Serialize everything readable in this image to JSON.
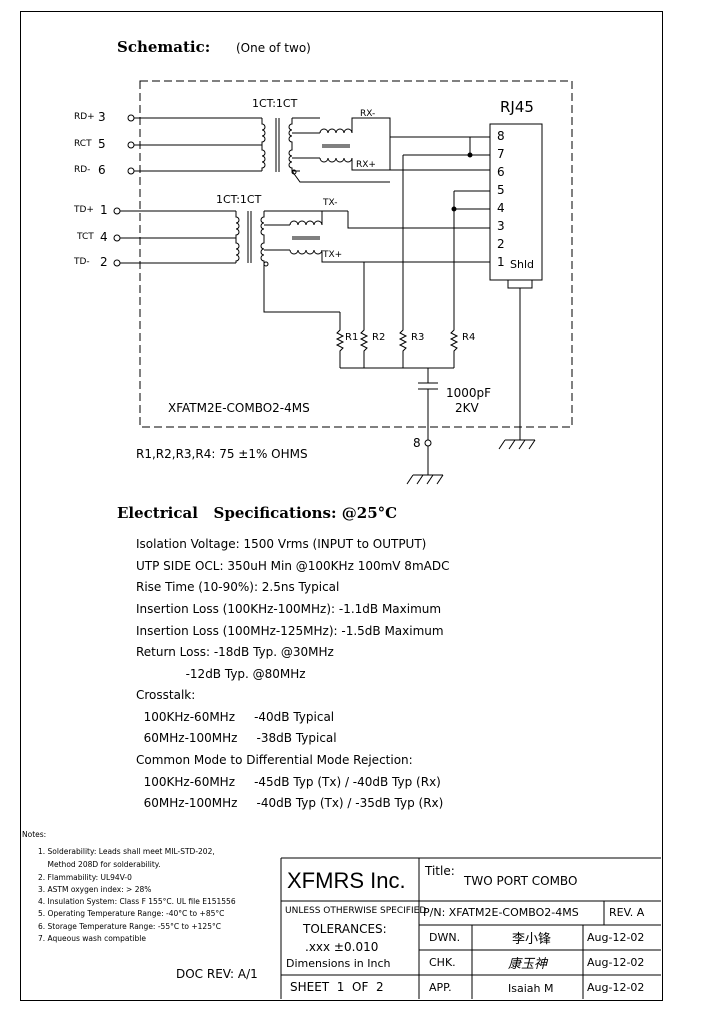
{
  "header": {
    "title": "Schematic:",
    "subtitle": "(One of two)"
  },
  "schematic": {
    "left_pins": [
      {
        "label": "RD+",
        "num": "3"
      },
      {
        "label": "RCT",
        "num": "5"
      },
      {
        "label": "RD-",
        "num": "6"
      },
      {
        "label": "TD+",
        "num": "1"
      },
      {
        "label": "TCT",
        "num": "4"
      },
      {
        "label": "TD-",
        "num": "2"
      }
    ],
    "transformer_top": "1CT:1CT",
    "transformer_bottom": "1CT:1CT",
    "net_labels": [
      "RX-",
      "RX+",
      "TX-",
      "TX+"
    ],
    "connector": {
      "name": "RJ45",
      "pins": [
        "8",
        "7",
        "6",
        "5",
        "4",
        "3",
        "2",
        "1"
      ],
      "shield": "Shld"
    },
    "resistors": [
      "R1",
      "R2",
      "R3",
      "R4"
    ],
    "capacitor": {
      "value": "1000pF",
      "rating": "2KV"
    },
    "ground_pin": "8",
    "part_label": "XFATM2E-COMBO2-4MS"
  },
  "resistor_note": "R1,R2,R3,R4: 75 ±1% OHMS",
  "electrical": {
    "heading": "Electrical   Specifications: @25°C",
    "lines": [
      "Isolation Voltage:   1500 Vrms (INPUT to OUTPUT)",
      "UTP SIDE OCL: 350uH Min @100KHz 100mV 8mADC",
      "Rise Time (10-90%): 2.5ns Typical",
      "Insertion Loss (100KHz-100MHz): -1.1dB Maximum",
      "Insertion Loss (100MHz-125MHz): -1.5dB Maximum",
      "Return Loss: -18dB Typ. @30MHz",
      "             -12dB Typ. @80MHz",
      "Crosstalk:",
      "  100KHz-60MHz     -40dB Typical",
      "  60MHz-100MHz     -38dB Typical",
      "Common Mode to Differential Mode Rejection:",
      "  100KHz-60MHz     -45dB Typ (Tx) / -40dB Typ (Rx)",
      "  60MHz-100MHz     -40dB Typ (Tx) / -35dB Typ (Rx)"
    ]
  },
  "notes": {
    "title": "Notes:",
    "items": [
      "1. Solderability: Leads shall meet MIL-STD-202,",
      "    Method 208D for solderability.",
      "2. Flammability: UL94V-0",
      "3. ASTM oxygen index: > 28%",
      "4. Insulation System: Class F 155°C. UL file E151556",
      "5. Operating Temperature Range: -40°C to +85°C",
      "6. Storage Temperature Range: -55°C to +125°C",
      "7. Aqueous wash compatible"
    ]
  },
  "doc_rev": "DOC REV: A/1",
  "title_block": {
    "company": "XFMRS Inc.",
    "title_label": "Title:",
    "title": "TWO PORT COMBO",
    "unless": "UNLESS OTHERWISE SPECIFIED",
    "pn": "P/N: XFATM2E-COMBO2-4MS",
    "rev": "REV. A",
    "tolerances": "TOLERANCES:",
    "tol_value": ".xxx ±0.010",
    "dimensions": "Dimensions in Inch",
    "sheet": "SHEET  1  OF  2",
    "rows": [
      {
        "role": "DWN.",
        "name": "李小锋",
        "date": "Aug-12-02"
      },
      {
        "role": "CHK.",
        "name": "康玉神",
        "date": "Aug-12-02"
      },
      {
        "role": "APP.",
        "name": "Isaiah M",
        "date": "Aug-12-02"
      }
    ]
  }
}
